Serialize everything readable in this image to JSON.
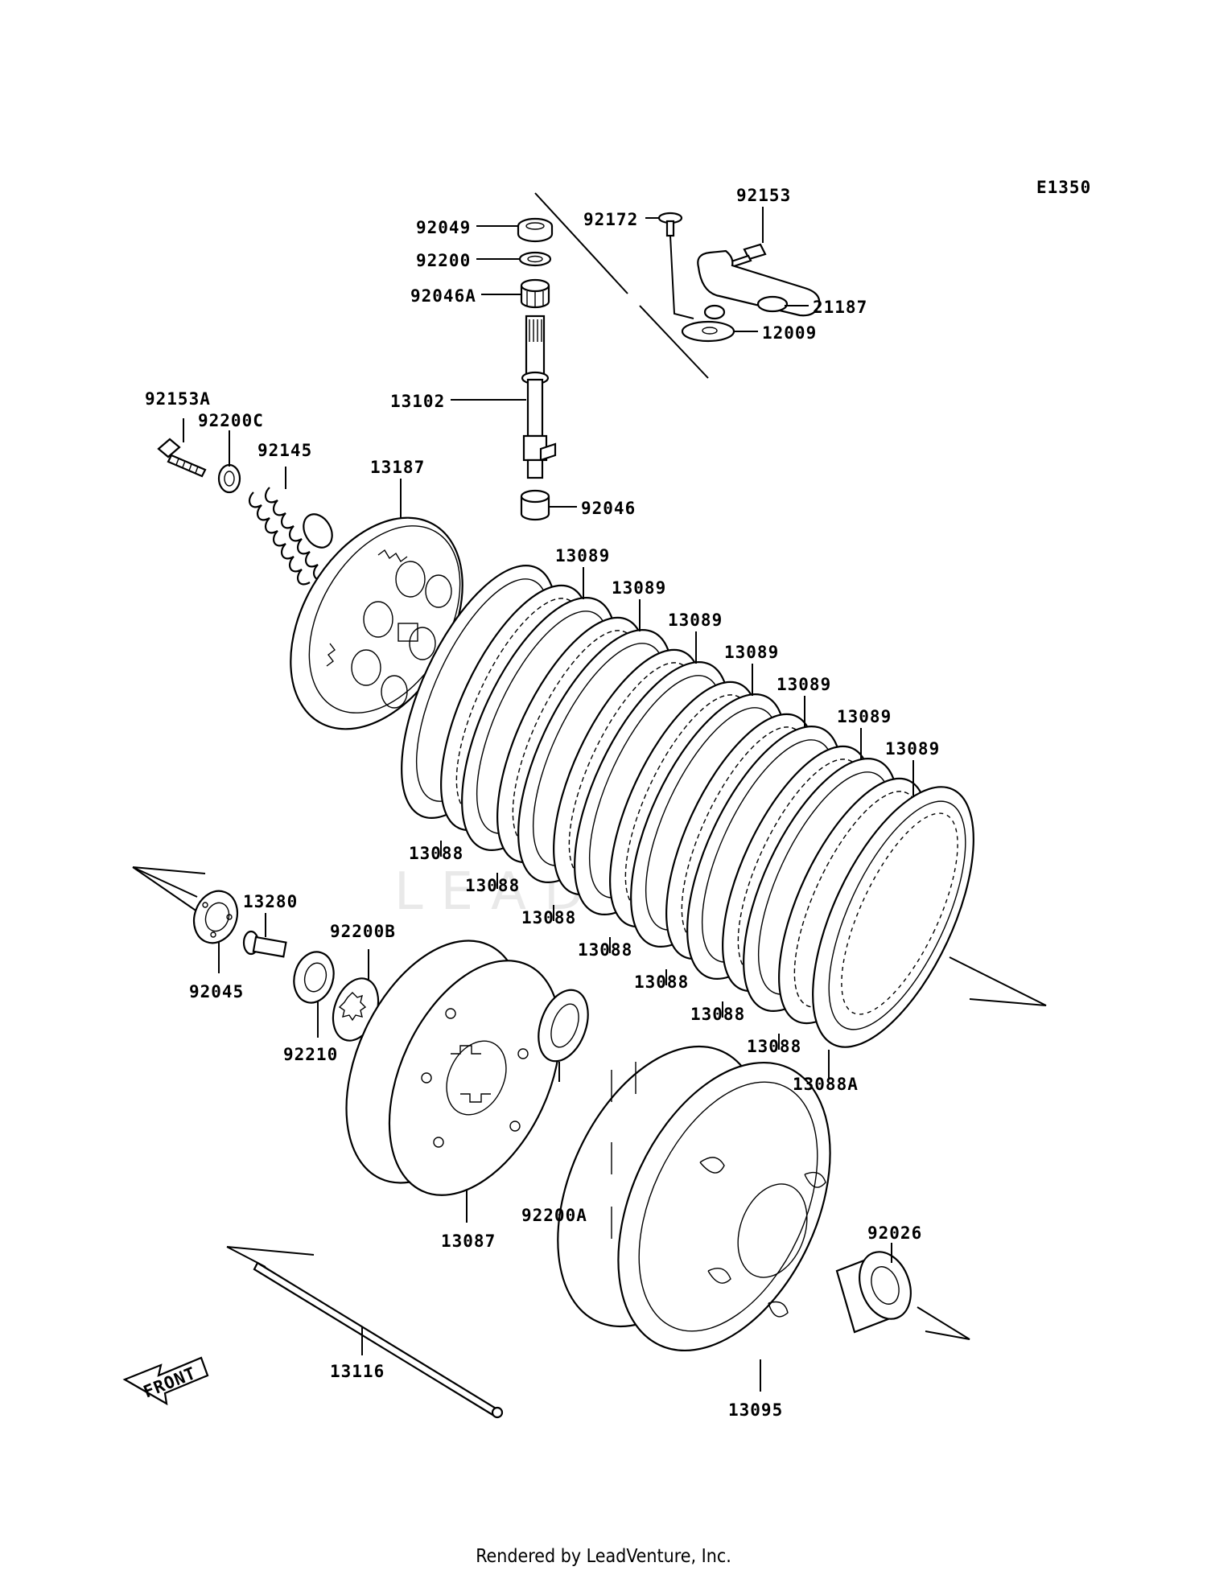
{
  "diagram": {
    "code": "E1350",
    "watermark": "LEADVENTURE",
    "front_marker": "FRONT",
    "footer": "Rendered by LeadVenture, Inc.",
    "part_labels": [
      {
        "id": "p92049",
        "text": "92049"
      },
      {
        "id": "p92200",
        "text": "92200"
      },
      {
        "id": "p92046A",
        "text": "92046A"
      },
      {
        "id": "p13102",
        "text": "13102"
      },
      {
        "id": "p92046",
        "text": "92046"
      },
      {
        "id": "p92172",
        "text": "92172"
      },
      {
        "id": "p92153",
        "text": "92153"
      },
      {
        "id": "p21187",
        "text": "21187"
      },
      {
        "id": "p12009",
        "text": "12009"
      },
      {
        "id": "p92153A",
        "text": "92153A"
      },
      {
        "id": "p92200C",
        "text": "92200C"
      },
      {
        "id": "p92145",
        "text": "92145"
      },
      {
        "id": "p13187",
        "text": "13187"
      },
      {
        "id": "p13089_1",
        "text": "13089"
      },
      {
        "id": "p13089_2",
        "text": "13089"
      },
      {
        "id": "p13089_3",
        "text": "13089"
      },
      {
        "id": "p13089_4",
        "text": "13089"
      },
      {
        "id": "p13089_5",
        "text": "13089"
      },
      {
        "id": "p13089_6",
        "text": "13089"
      },
      {
        "id": "p13089_7",
        "text": "13089"
      },
      {
        "id": "p13088_1",
        "text": "13088"
      },
      {
        "id": "p13088_2",
        "text": "13088"
      },
      {
        "id": "p13088_3",
        "text": "13088"
      },
      {
        "id": "p13088_4",
        "text": "13088"
      },
      {
        "id": "p13088_5",
        "text": "13088"
      },
      {
        "id": "p13088_6",
        "text": "13088"
      },
      {
        "id": "p13088_7",
        "text": "13088"
      },
      {
        "id": "p13088A",
        "text": "13088A"
      },
      {
        "id": "p13280",
        "text": "13280"
      },
      {
        "id": "p92045",
        "text": "92045"
      },
      {
        "id": "p92200B",
        "text": "92200B"
      },
      {
        "id": "p92210",
        "text": "92210"
      },
      {
        "id": "p13087",
        "text": "13087"
      },
      {
        "id": "p92200A",
        "text": "92200A"
      },
      {
        "id": "p92026",
        "text": "92026"
      },
      {
        "id": "p13095",
        "text": "13095"
      },
      {
        "id": "p13116",
        "text": "13116"
      }
    ]
  }
}
